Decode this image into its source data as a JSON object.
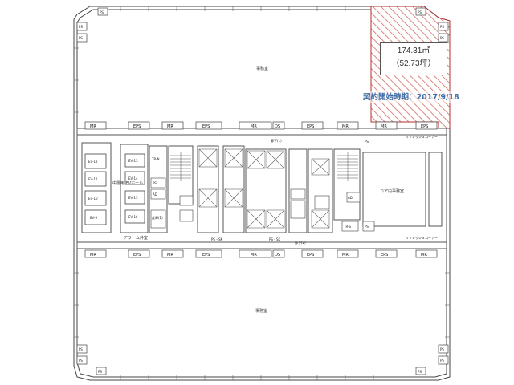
{
  "rooms": {
    "office_top": "事務室",
    "office_bottom": "事務室",
    "core_office": "コア内事務室",
    "elevator_hall": "中層用\nEVホール",
    "alarm_valve": "アラーム弁室",
    "refresh_top": "リフレッシュコーナー",
    "refresh_bottom": "リフレッシュコーナー",
    "corridor_1": "廊下(1)",
    "corridor_2": "廊下(2)",
    "storage_1": "倉庫(1)",
    "ps_sk_1": "PS・SK",
    "ps_sk_2": "PS・SK"
  },
  "tags": {
    "mr": "MR",
    "eps": "EPS",
    "ds": "DS",
    "ps": "PS",
    "ad": "AD",
    "tr_n": "TR-N",
    "tr_s": "TR-S",
    "ev_12": "EV-12",
    "ev_11": "EV-11",
    "ev_10": "EV-10",
    "ev_9": "EV-9",
    "ev_13": "EV-13",
    "ev_14": "EV-14",
    "ev_15": "EV-15",
    "ev_16": "EV-16"
  },
  "highlight": {
    "area": "174.31㎡",
    "tsubo": "（52.73坪）",
    "contract_start": "契約開始時期：2017/9/18",
    "hatch_color": "#c0392b",
    "frame_color": "#b03030"
  }
}
